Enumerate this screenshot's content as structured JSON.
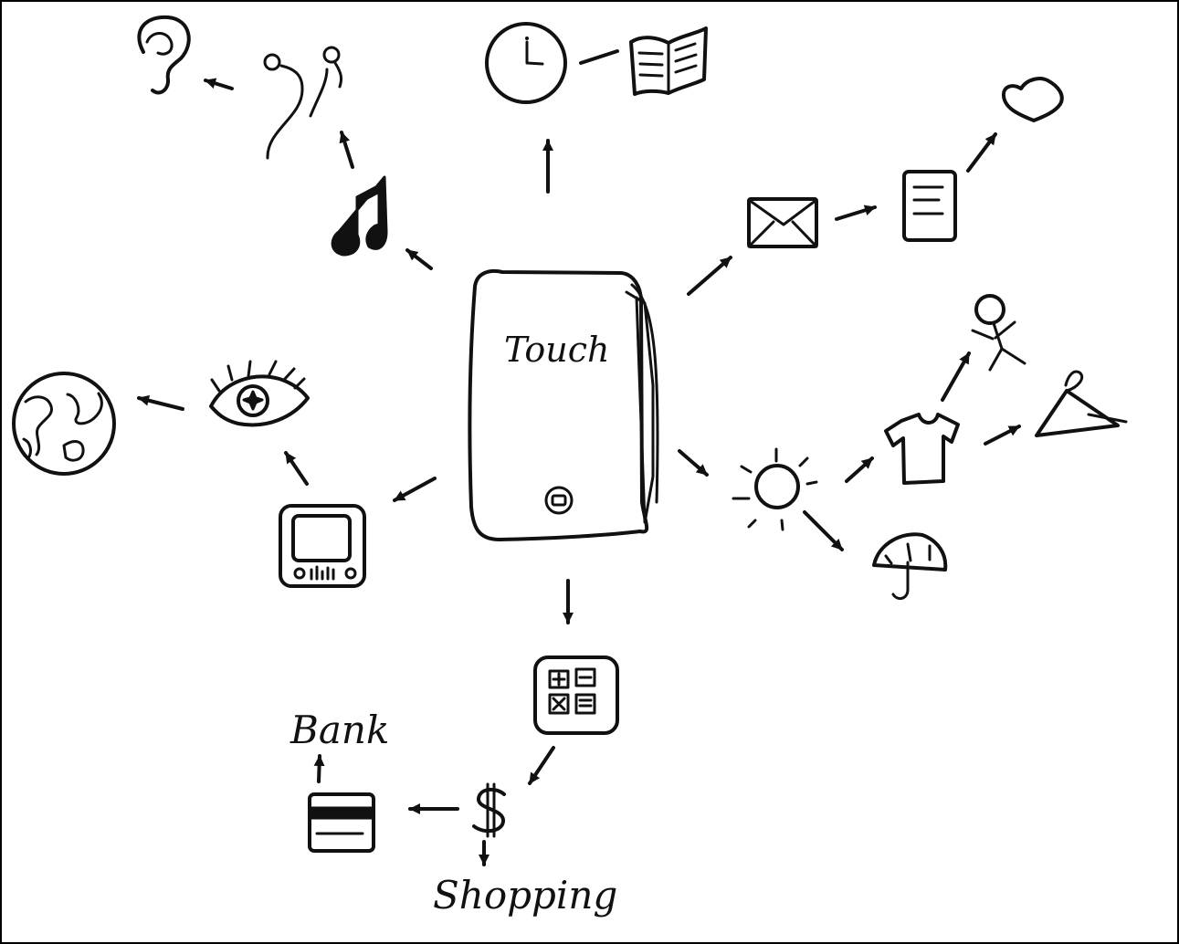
{
  "diagram": {
    "center_label": "Touch",
    "labels": {
      "bank": "Bank",
      "shopping": "Shopping"
    }
  },
  "icons": {
    "center": "touch-device",
    "top_left": [
      "ear",
      "earphones",
      "music-note"
    ],
    "top": [
      "clock",
      "book"
    ],
    "top_right": [
      "envelope",
      "note",
      "heart"
    ],
    "right": [
      "sun",
      "shirt",
      "person",
      "hanger",
      "umbrella"
    ],
    "left": [
      "globe",
      "eye",
      "tv"
    ],
    "bottom": [
      "calculator",
      "dollar",
      "card"
    ]
  },
  "colors": {
    "ink": "#111111",
    "paper": "#ffffff"
  }
}
